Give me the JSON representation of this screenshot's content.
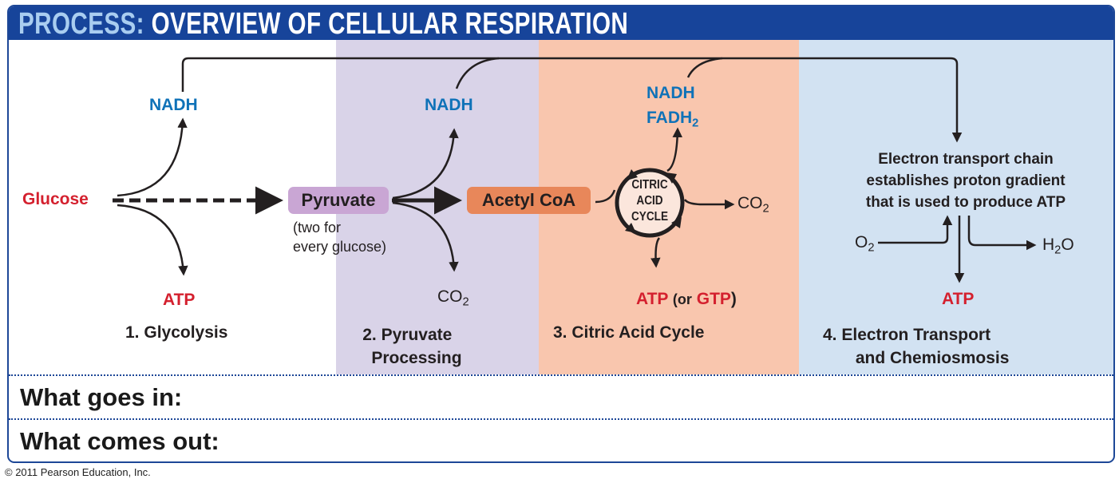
{
  "header": {
    "prefix": "PROCESS:",
    "title": "OVERVIEW OF CELLULAR RESPIRATION"
  },
  "colors": {
    "header_bg": "#17449a",
    "prefix": "#a9cdf0",
    "stage1_bg": "#ffffff",
    "stage2_bg": "#d9d3e8",
    "stage3_bg": "#f9c6ae",
    "stage4_bg": "#d2e2f2",
    "carrier_text": "#0f72b8",
    "energy_text": "#d4202e"
  },
  "stages": [
    {
      "number": "1.",
      "name": "Glycolysis"
    },
    {
      "number": "2.",
      "name_line1": "Pyruvate",
      "name_line2": "Processing"
    },
    {
      "number": "3.",
      "name": "Citric Acid Cycle"
    },
    {
      "number": "4.",
      "name_line1": "Electron Transport",
      "name_line2": "and Chemiosmosis"
    }
  ],
  "glycolysis": {
    "input": "Glucose",
    "nadh": "NADH",
    "atp": "ATP"
  },
  "pyruvate": {
    "box": "Pyruvate",
    "note_line1": "(two for",
    "note_line2": "every glucose)",
    "nadh": "NADH",
    "co2": "CO",
    "co2_sub": "2"
  },
  "citric": {
    "acetyl": "Acetyl CoA",
    "cycle_line1": "CITRIC",
    "cycle_line2": "ACID",
    "cycle_line3": "CYCLE",
    "nadh": "NADH",
    "fadh": "FADH",
    "fadh_sub": "2",
    "co2": "CO",
    "co2_sub": "2",
    "atp": "ATP",
    "or": "(or",
    "gtp": "GTP",
    "close": ")"
  },
  "etc": {
    "line1": "Electron transport chain",
    "line2": "establishes proton gradient",
    "line3": "that is used to produce ATP",
    "o2": "O",
    "o2_sub": "2",
    "h2o_h": "H",
    "h2o_sub": "2",
    "h2o_o": "O",
    "atp": "ATP"
  },
  "rows": {
    "goes_in": "What goes in:",
    "comes_out": "What comes out:"
  },
  "copyright": "© 2011 Pearson Education, Inc."
}
